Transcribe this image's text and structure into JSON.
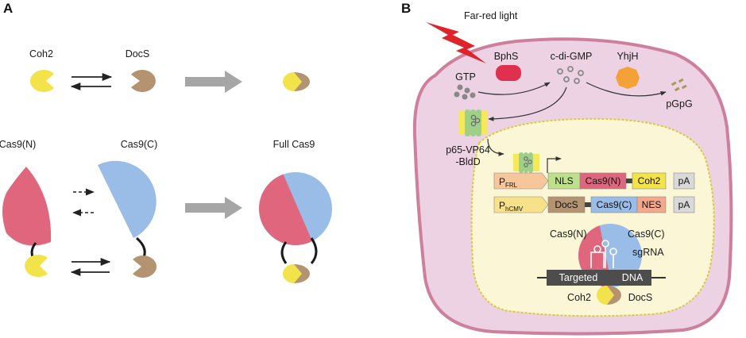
{
  "panels": {
    "a": "A",
    "b": "B"
  },
  "panel_a": {
    "coh2": "Coh2",
    "docs": "DocS",
    "cas9n": "Cas9(N)",
    "cas9c": "Cas9(C)",
    "full_cas9": "Full Cas9"
  },
  "panel_b": {
    "far_red": "Far-red light",
    "gtp": "GTP",
    "bphs": "BphS",
    "cdigmp": "c-di-GMP",
    "yhjh": "YhjH",
    "pgpg": "pGpG",
    "activator_line1": "p65-VP64",
    "activator_line2": "-BldD",
    "construct1": {
      "promoter": "P",
      "promoter_sub": "FRL",
      "nls": "NLS",
      "cas9n": "Cas9(N)",
      "coh2": "Coh2",
      "pa": "pA"
    },
    "construct2": {
      "promoter": "P",
      "promoter_sub": "hCMV",
      "docs": "DocS",
      "cas9c": "Cas9(C)",
      "nes": "NES",
      "pa": "pA"
    },
    "complex": {
      "cas9n": "Cas9(N)",
      "cas9c": "Cas9(C)",
      "sgrna": "sgRNA",
      "targeted": "Targeted",
      "dna": "DNA",
      "coh2": "Coh2",
      "docs": "DocS"
    }
  },
  "colors": {
    "coh2_yellow": "#f2e34a",
    "docs_brown": "#b39370",
    "cas9n_pink": "#e0667e",
    "cas9c_blue": "#99bde6",
    "grey_arrow": "#a6a6a6",
    "cell_fill": "#ecd2e3",
    "cell_border": "#cd7f9c",
    "nucleus_fill": "#fbf7d6",
    "nucleus_border": "#d7cc3a",
    "bphs_red": "#e0304f",
    "yhjh_orange": "#f4a137",
    "bolt_red": "#e0222a",
    "nls_green": "#bfe08a",
    "promoter_orange": "#f5c79a",
    "nes_salmon": "#f4a88b",
    "pa_grey": "#d9d9d9",
    "targeted_dark": "#4d4d4d"
  }
}
